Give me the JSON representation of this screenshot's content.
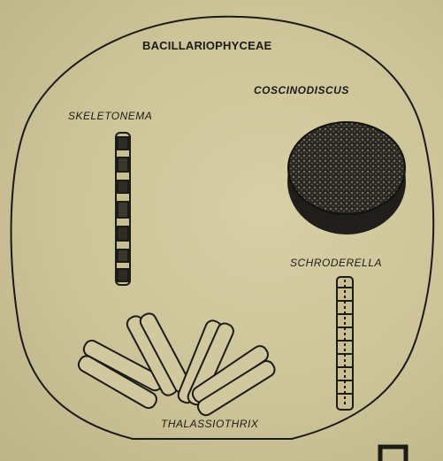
{
  "diagram": {
    "title": "BACILLARIOPHYCEAE",
    "organisms": {
      "coscinodiscus": "COSCINODISCUS",
      "skeletonema": "SKELETONEMA",
      "schroderella": "SCHRODERELLA",
      "thalassiothrix": "THALASSIOTHRIX"
    }
  },
  "colors": {
    "paper": "#cfc59a",
    "ink": "#1b1b17"
  }
}
